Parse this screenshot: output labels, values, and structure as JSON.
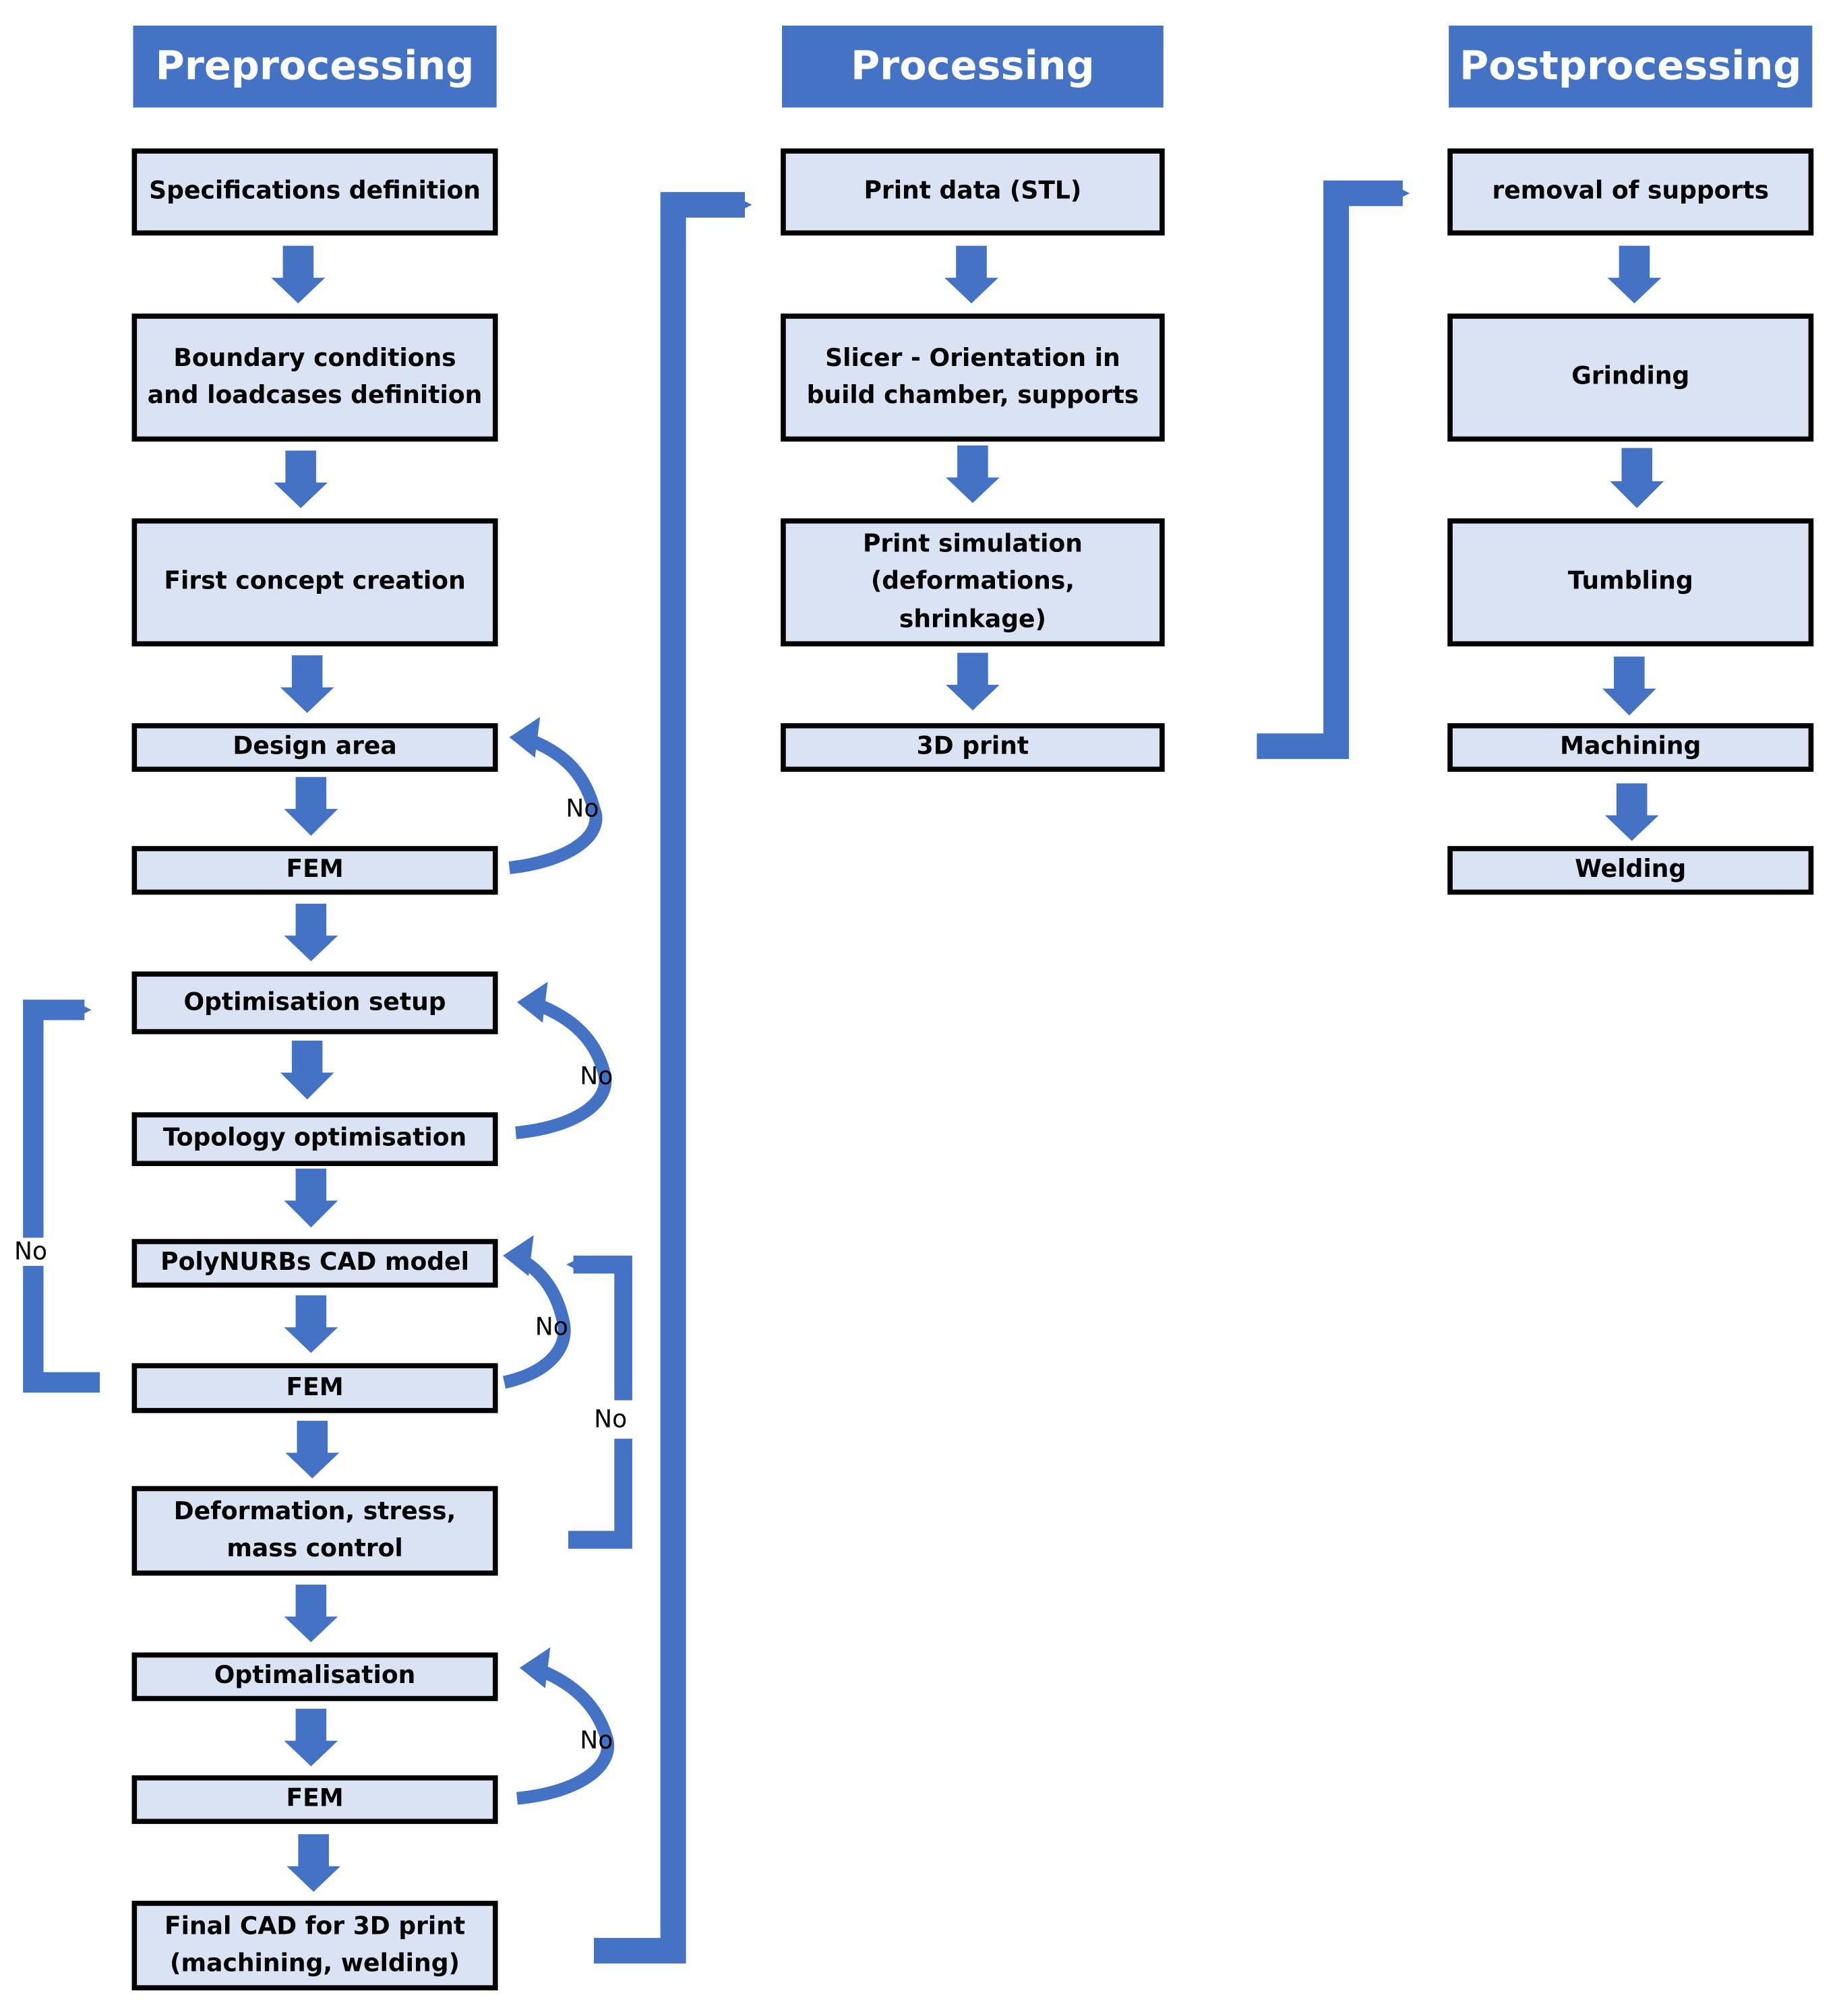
{
  "colors": {
    "arrow": "#4472c4",
    "box_fill": "#dae3f3",
    "box_border": "#000000",
    "header_fill": "#4472c4",
    "header_text": "#ffffff"
  },
  "headers": {
    "preprocessing": "Preprocessing",
    "processing": "Processing",
    "postprocessing": "Postprocessing"
  },
  "preprocessing": {
    "specifications": "Specifications definition",
    "boundary": "Boundary conditions and loadcases definition",
    "first_concept": "First concept creation",
    "design_area": "Design area",
    "fem_1": "FEM",
    "optimisation_setup": "Optimisation setup",
    "topology_optimisation": "Topology optimisation",
    "polynurbs": "PolyNURBs CAD model",
    "fem_2": "FEM",
    "deformation_control": "Deformation, stress, mass control",
    "optimalisation": "Optimalisation",
    "fem_3": "FEM",
    "final_cad": "Final CAD for 3D print (machining, welding)"
  },
  "processing": {
    "print_data": "Print data (STL)",
    "slicer": "Slicer - Orientation in build chamber, supports",
    "print_simulation": "Print simulation (deformations, shrinkage)",
    "print_3d": "3D print"
  },
  "postprocessing": {
    "removal_supports": "removal of supports",
    "grinding": "Grinding",
    "tumbling": "Tumbling",
    "machining": "Machining",
    "welding": "Welding"
  },
  "loop_labels": {
    "no_design_area": "No",
    "no_optimisation_setup": "No",
    "no_outer_left": "No",
    "no_polynurbs": "No",
    "no_deformation": "No",
    "no_optimalisation": "No"
  }
}
